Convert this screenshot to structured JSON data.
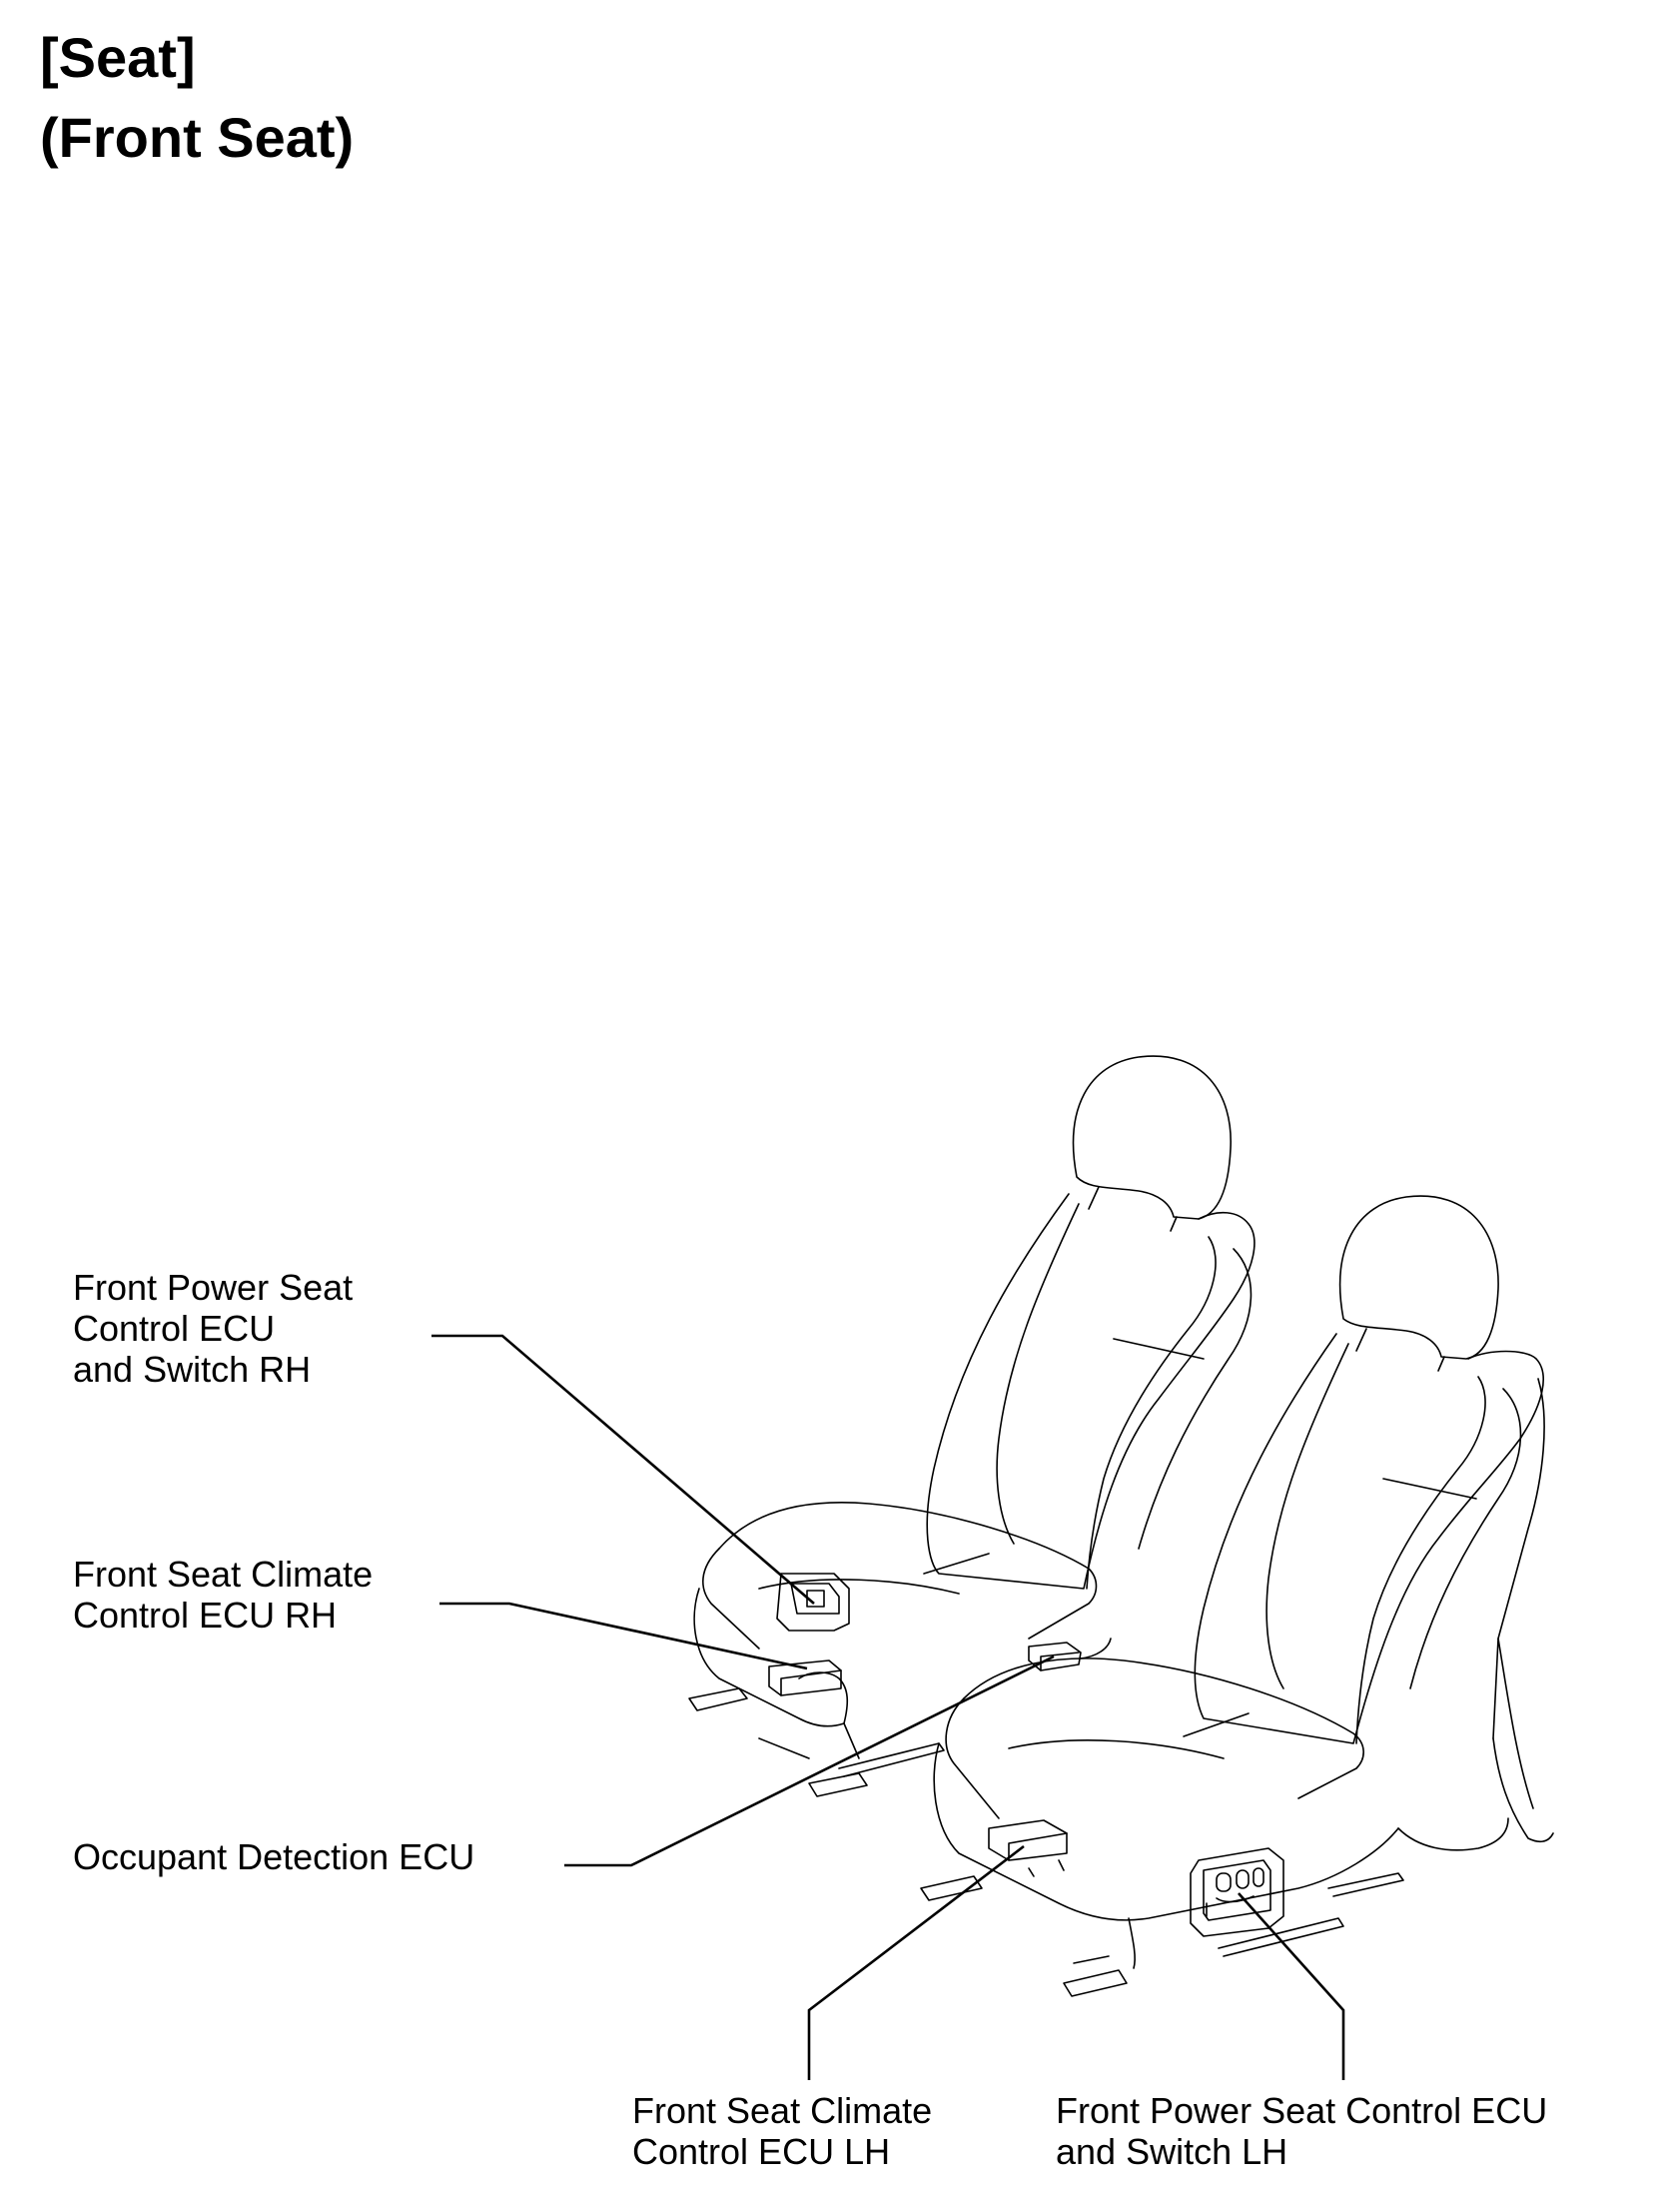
{
  "title": {
    "line1": "[Seat]",
    "line2": "(Front Seat)"
  },
  "callouts": {
    "front_power_seat_rh": {
      "lines": [
        "Front Power Seat",
        "Control ECU",
        "and Switch RH"
      ]
    },
    "front_seat_climate_rh": {
      "lines": [
        "Front Seat Climate",
        "Control ECU RH"
      ]
    },
    "occupant_detection": {
      "lines": [
        "Occupant Detection ECU"
      ]
    },
    "front_seat_climate_lh": {
      "lines": [
        "Front Seat Climate",
        "Control ECU LH"
      ]
    },
    "front_power_seat_lh": {
      "lines": [
        "Front Power Seat Control ECU",
        "and Switch LH"
      ]
    }
  }
}
